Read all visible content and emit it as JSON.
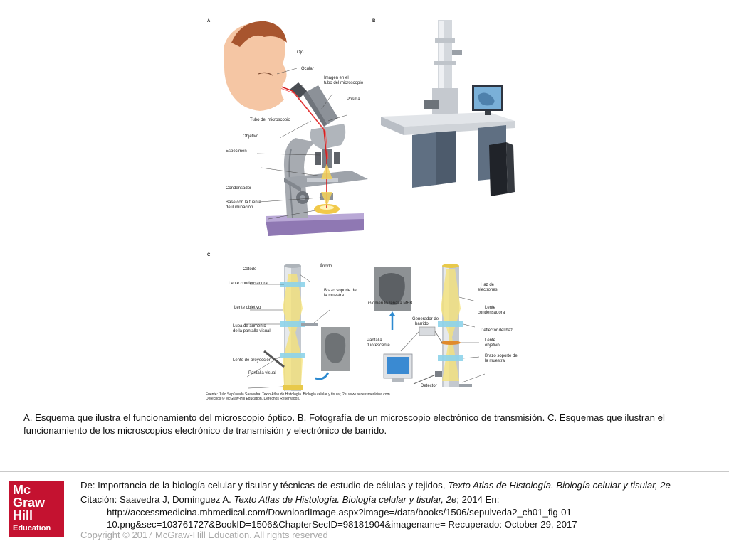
{
  "figure": {
    "panel_a": {
      "letter": "A",
      "labels": {
        "eye": "Ojo",
        "ocular": "Ocular",
        "image_line1": "Imagen en el",
        "image_line2": "tubo del microscopio",
        "prism": "Prisma",
        "tube": "Tubo del microscopio",
        "objective": "Objetivo",
        "specimen": "Espécimen",
        "condenser": "Condensador",
        "base_line1": "Base con la fuente",
        "base_line2": "de iluminación"
      }
    },
    "panel_b": {
      "letter": "B"
    },
    "panel_c": {
      "letter": "C",
      "labels": {
        "cathode": "Cátodo",
        "anode": "Ánodo",
        "cond_lens": "Lente condensadora",
        "arm_line1": "Brazo soporte de",
        "arm_line2": "la muestra",
        "obj_lens": "Lente objetivo",
        "loupe_line1": "Lupa de aumento",
        "loupe_line2": "de la pantalla visual",
        "proj_lens": "Lente de proyección",
        "screen": "Pantalla visual",
        "glomerulus": "Glomérulo renal a MEB",
        "scan_gen_line1": "Generador de",
        "scan_gen_line2": "barrido",
        "fluor_line1": "Pantalla",
        "fluor_line2": "fluorescente",
        "detector": "Detector",
        "beam_line1": "Haz de",
        "beam_line2": "electrones",
        "cond2_line1": "Lente",
        "cond2_line2": "condensadora",
        "deflector": "Deflector del haz",
        "obj2_line1": "Lente",
        "obj2_line2": "objetivo",
        "arm2_line1": "Brazo soporte de",
        "arm2_line2": "la muestra"
      }
    },
    "source_line1": "Fuente: Julio Sepúlveda Saavedra: Texto Atlas de Histología. Biología celular y tisular, 2e: www.accessmedicina.com",
    "source_line2": "Derechos © McGraw-Hill Education. Derechos Reservados."
  },
  "caption": "A. Esquema que ilustra el funcionamiento del microscopio óptico. B. Fotografía de un microscopio electrónico de transmisión. C. Esquemas que ilustran el funcionamiento de los microscopios electrónico de transmisión y electrónico de barrido.",
  "logo": {
    "line1": "Mc",
    "line2": "Graw",
    "line3": "Hill",
    "line4": "Education",
    "color": "#c41230"
  },
  "reference": {
    "de_prefix": "De: Importancia de la biología celular y tisular y técnicas de estudio de células y tejidos, ",
    "de_title": "Texto Atlas de Histología. Biología celular y tisular, 2e",
    "cit_prefix": "Citación: Saavedra J, Domínguez A. ",
    "cit_title": "Texto Atlas de Histología. Biología celular y tisular, 2e",
    "cit_suffix": "; 2014 En:",
    "url_line1": "http://accessmedicina.mhmedical.com/DownloadImage.aspx?image=/data/books/1506/sepulveda2_ch01_fig-01-",
    "url_line2": "10.png&sec=103761727&BookID=1506&ChapterSecID=98181904&imagename= Recuperado: October 29, 2017"
  },
  "copyright": "Copyright © 2017 McGraw-Hill Education. All rights reserved"
}
